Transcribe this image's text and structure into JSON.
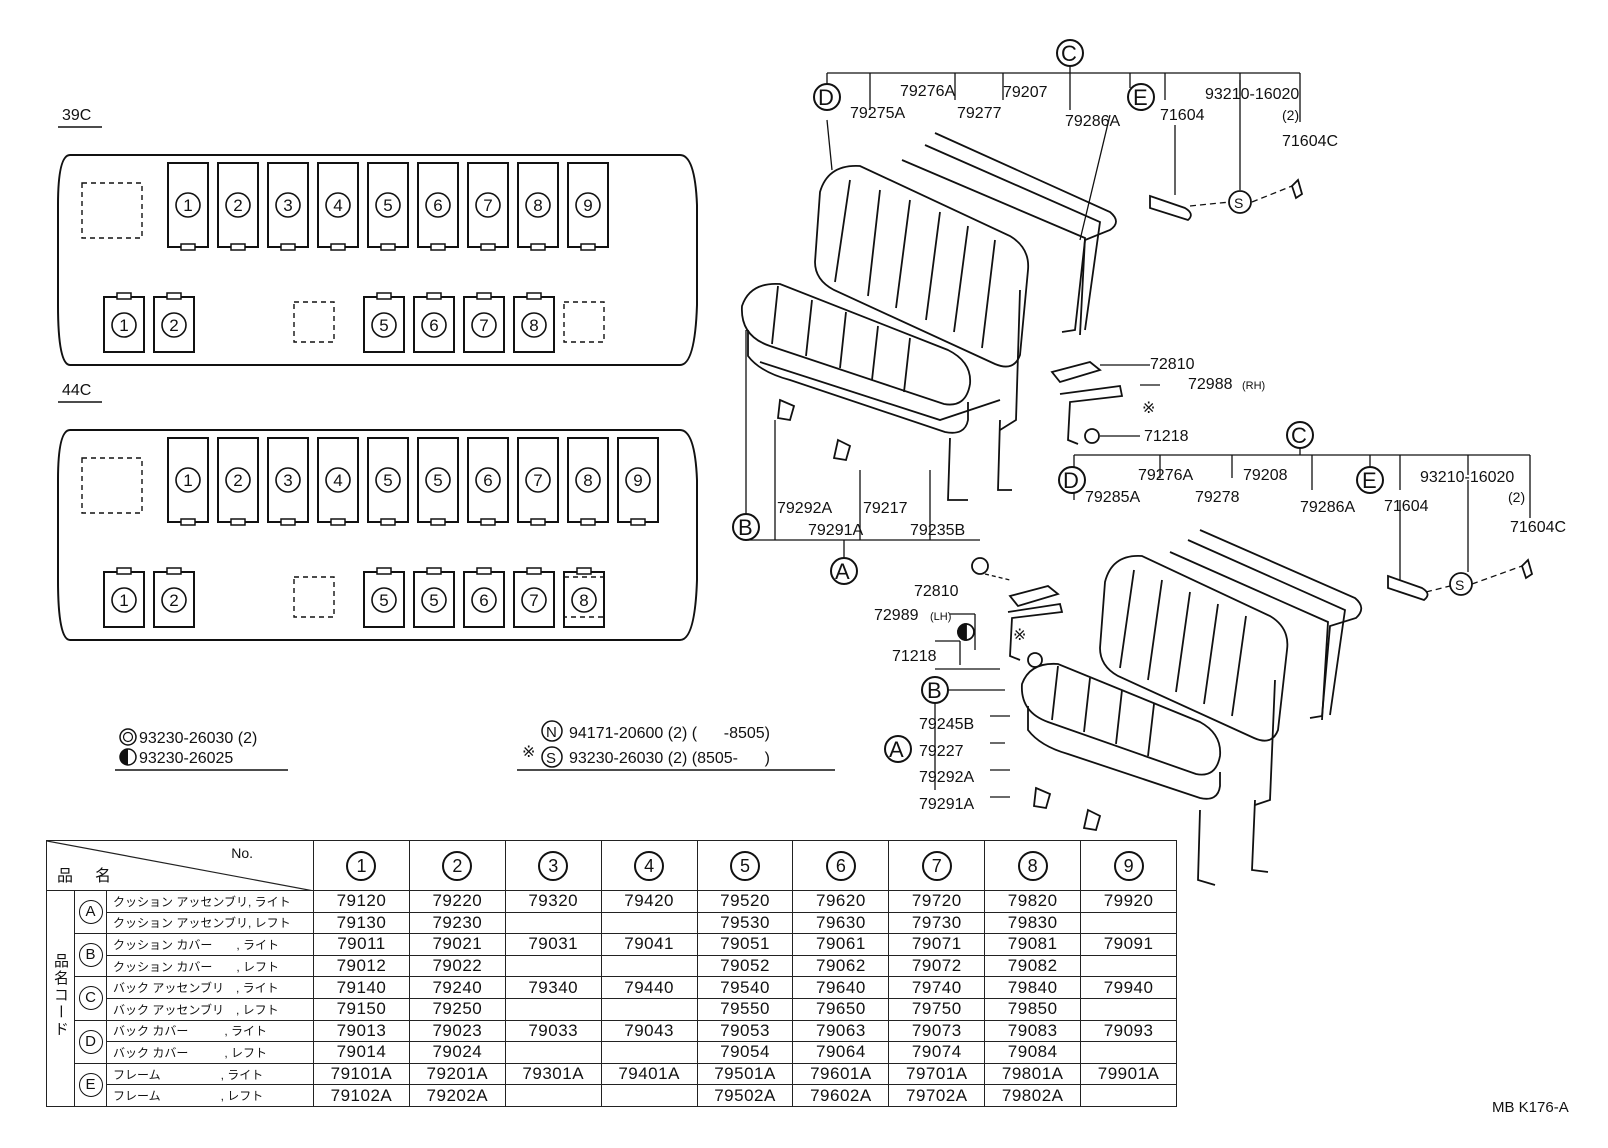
{
  "layouts": [
    {
      "label": "39C",
      "top_row": [
        "1",
        "2",
        "3",
        "4",
        "5",
        "6",
        "7",
        "8",
        "9"
      ],
      "bottom_row": [
        "1",
        "2",
        "",
        "5",
        "6",
        "7",
        "8",
        ""
      ]
    },
    {
      "label": "44C",
      "top_row": [
        "1",
        "2",
        "3",
        "4",
        "5",
        "5",
        "6",
        "7",
        "8",
        "9"
      ],
      "bottom_row": [
        "1",
        "2",
        "",
        "5",
        "5",
        "6",
        "7",
        "8",
        ""
      ]
    }
  ],
  "bolt_notes": {
    "open_circle": "93230-26030 (2)",
    "half_circle": "93230-26025"
  },
  "star_notes": {
    "star": "※",
    "n_symbol": "N",
    "n_text": "94171-20600 (2) (      -8505)",
    "s_symbol": "S",
    "s_text": "93230-26030 (2) (8505-      )"
  },
  "callouts": {
    "upper": {
      "C": "C",
      "D": "D",
      "E": "E",
      "B": "B",
      "A": "A",
      "S": "S",
      "79276A": "79276A",
      "79207": "79207",
      "79275A": "79275A",
      "79277": "79277",
      "79286A": "79286A",
      "71604": "71604",
      "93210": "93210-16020",
      "two": "(2)",
      "71604C": "71604C",
      "72810": "72810",
      "72988": "72988",
      "rh": "(RH)",
      "star": "※",
      "71218": "71218",
      "79292A": "79292A",
      "79217": "79217",
      "79291A": "79291A",
      "79235B": "79235B"
    },
    "lower": {
      "C": "C",
      "D": "D",
      "E": "E",
      "B": "B",
      "A": "A",
      "S": "S",
      "79276A": "79276A",
      "79208": "79208",
      "79285A": "79285A",
      "79278": "79278",
      "79286A": "79286A",
      "71604": "71604",
      "93210": "93210-16020",
      "two": "(2)",
      "71604C": "71604C",
      "72810": "72810",
      "72989": "72989",
      "lh": "(LH)",
      "star": "※",
      "71218": "71218",
      "79245B": "79245B",
      "79227": "79227",
      "79292A": "79292A",
      "79291A": "79291A"
    }
  },
  "table": {
    "header_no": "No.",
    "header_name": "品名",
    "side_label": "品名コード",
    "columns": [
      "1",
      "2",
      "3",
      "4",
      "5",
      "6",
      "7",
      "8",
      "9"
    ],
    "groups": [
      {
        "code": "A",
        "rows": [
          {
            "name": "クッション アッセンブリ, ライト",
            "values": [
              "79120",
              "79220",
              "79320",
              "79420",
              "79520",
              "79620",
              "79720",
              "79820",
              "79920"
            ]
          },
          {
            "name": "クッション アッセンブリ, レフト",
            "values": [
              "79130",
              "79230",
              "",
              "",
              "79530",
              "79630",
              "79730",
              "79830",
              ""
            ]
          }
        ]
      },
      {
        "code": "B",
        "rows": [
          {
            "name": "クッション カバー　　, ライト",
            "values": [
              "79011",
              "79021",
              "79031",
              "79041",
              "79051",
              "79061",
              "79071",
              "79081",
              "79091"
            ]
          },
          {
            "name": "クッション カバー　　, レフト",
            "values": [
              "79012",
              "79022",
              "",
              "",
              "79052",
              "79062",
              "79072",
              "79082",
              ""
            ]
          }
        ]
      },
      {
        "code": "C",
        "rows": [
          {
            "name": "バック アッセンブリ　, ライト",
            "values": [
              "79140",
              "79240",
              "79340",
              "79440",
              "79540",
              "79640",
              "79740",
              "79840",
              "79940"
            ]
          },
          {
            "name": "バック アッセンブリ　, レフト",
            "values": [
              "79150",
              "79250",
              "",
              "",
              "79550",
              "79650",
              "79750",
              "79850",
              ""
            ]
          }
        ]
      },
      {
        "code": "D",
        "rows": [
          {
            "name": "バック カバー　　　, ライト",
            "values": [
              "79013",
              "79023",
              "79033",
              "79043",
              "79053",
              "79063",
              "79073",
              "79083",
              "79093"
            ]
          },
          {
            "name": "バック カバー　　　, レフト",
            "values": [
              "79014",
              "79024",
              "",
              "",
              "79054",
              "79064",
              "79074",
              "79084",
              ""
            ]
          }
        ]
      },
      {
        "code": "E",
        "rows": [
          {
            "name": "フレーム　　　　　, ライト",
            "values": [
              "79101A",
              "79201A",
              "79301A",
              "79401A",
              "79501A",
              "79601A",
              "79701A",
              "79801A",
              "79901A"
            ]
          },
          {
            "name": "フレーム　　　　　, レフト",
            "values": [
              "79102A",
              "79202A",
              "",
              "",
              "79502A",
              "79602A",
              "79702A",
              "79802A",
              ""
            ]
          }
        ]
      }
    ]
  },
  "figure_id": "MB K176-A"
}
